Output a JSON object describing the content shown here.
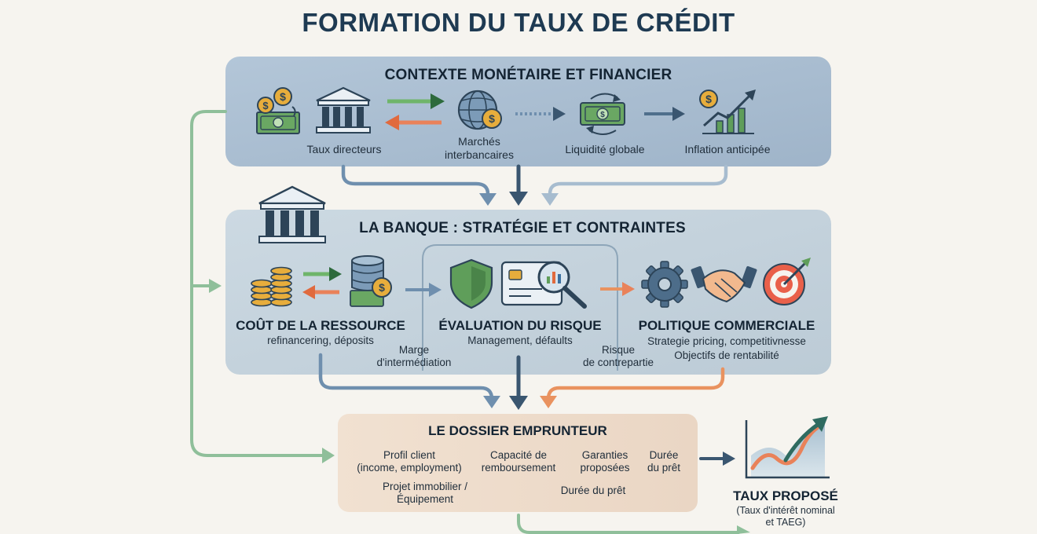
{
  "title": "FORMATION DU TAUX DE CRÉDIT",
  "panel_context": {
    "title": "CONTEXTE MONÉTAIRE ET FINANCIER",
    "items": [
      {
        "label": "Taux directeurs",
        "icon": "cash-coins-icon"
      },
      {
        "label": "Marchés\ninterbancaires",
        "icon": "globe-dollar-icon"
      },
      {
        "label": "Liquidité globale",
        "icon": "cash-cycle-icon"
      },
      {
        "label": "Inflation anticipée",
        "icon": "inflation-chart-icon"
      }
    ]
  },
  "panel_bank": {
    "title": "LA BANQUE : STRATÉGIE ET CONTRAINTES",
    "sections": [
      {
        "title": "COÛT DE LA RESSOURCE",
        "subtitle": "refinancering, déposits"
      },
      {
        "title": "ÉVALUATION DU RISQUE",
        "subtitle": "Management, défaults"
      },
      {
        "title": "POLITIQUE COMMERCIALE",
        "subtitle": "Strategie pricing, competitivnesse\nObjectifs de rentabilité"
      }
    ],
    "margin_label": "Marge\nd'intermédiation",
    "risk_label": "Risque\nde contrepartie"
  },
  "panel_borrower": {
    "title": "LE DOSSIER EMPRUNTEUR",
    "items": [
      "Profil client\n(income, employment)",
      "Capacité de\nremboursement",
      "Garanties\nproposées",
      "Durée\ndu prêt",
      "Projet immobilier /\nÉquipement",
      "Durée du prêt"
    ]
  },
  "result": {
    "title": "TAUX PROPOSÉ",
    "subtitle": "(Taux d'intérêt nominal\net TAEG)"
  },
  "colors": {
    "title": "#1e3a52",
    "panel_context": "#a9bdd0",
    "panel_bank": "#c4d2dc",
    "panel_borrower": "#efdccb",
    "arrow_blue": "#6f8fae",
    "arrow_dark": "#3a5670",
    "arrow_green": "#8fbf9a",
    "arrow_orange": "#e9925f",
    "money_green": "#5f9e5a",
    "coin_gold": "#e7ad3c",
    "navy": "#2d4458"
  }
}
